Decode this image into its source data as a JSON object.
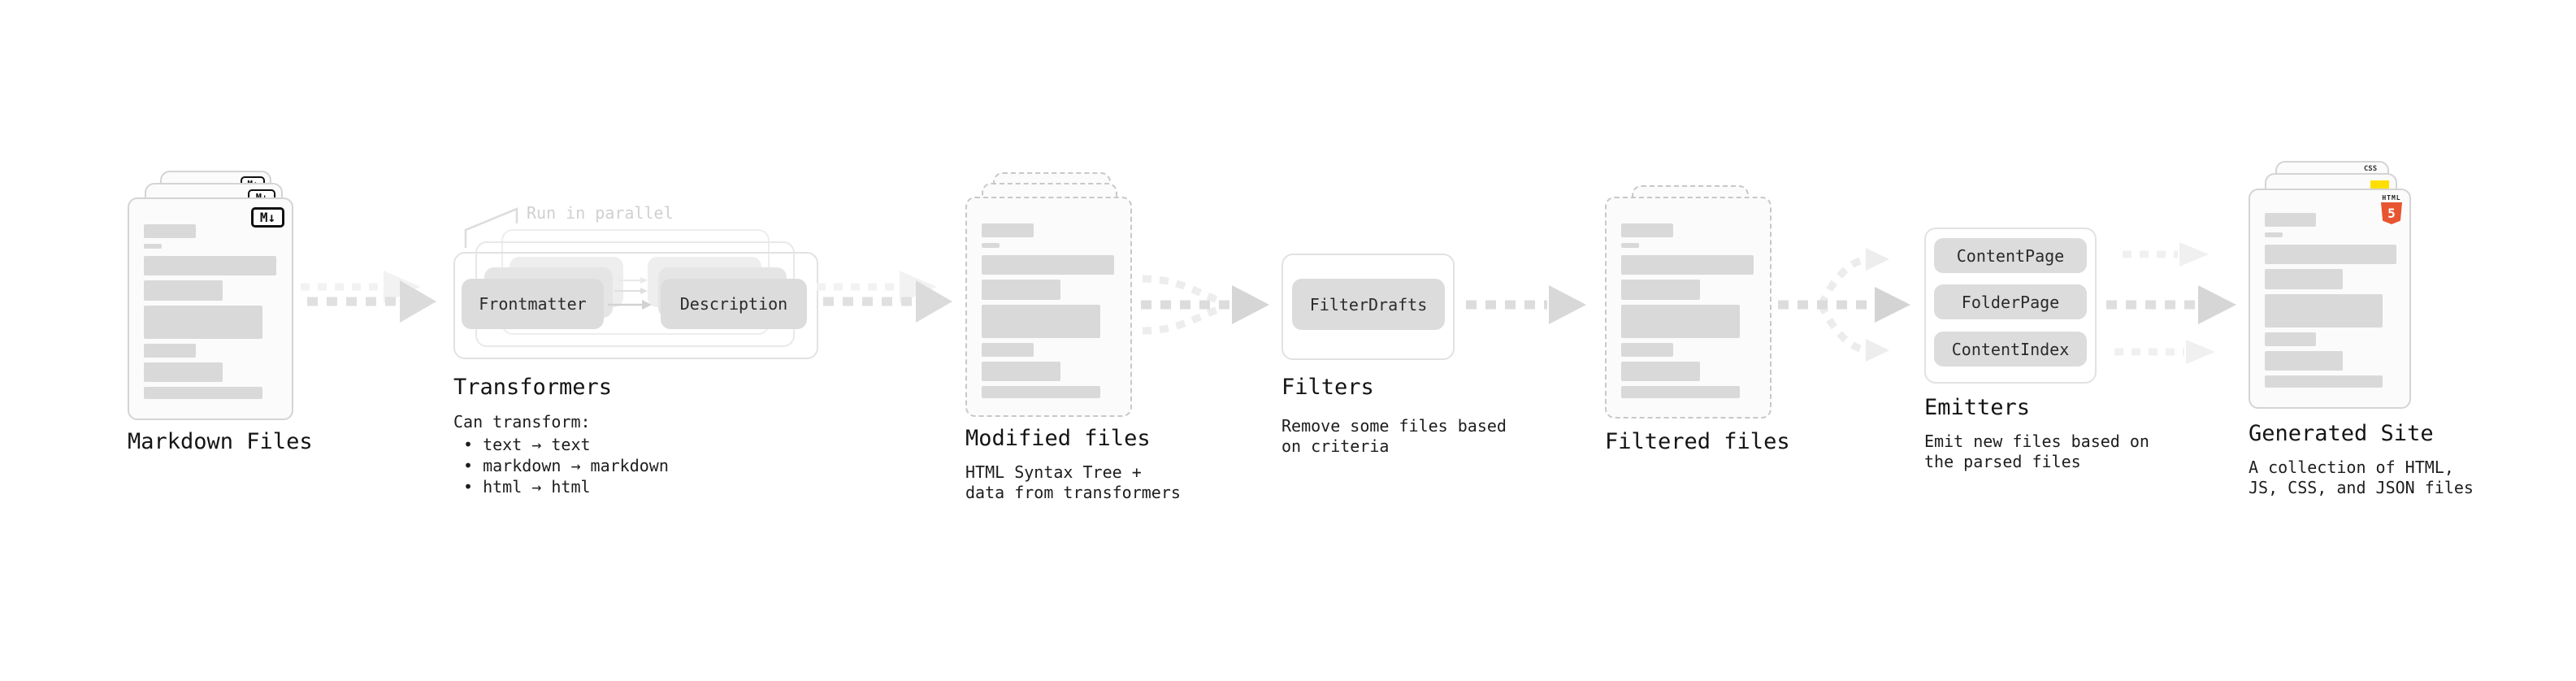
{
  "markdown": {
    "label": "Markdown Files",
    "badge": "M↓"
  },
  "transformers": {
    "note": "Run in parallel",
    "pill_left": "Frontmatter",
    "pill_right": "Description",
    "title": "Transformers",
    "desc_heading": "Can transform:",
    "bullets": [
      "• text → text",
      "• markdown → markdown",
      "• html → html"
    ]
  },
  "modified": {
    "label": "Modified files",
    "desc1": "HTML Syntax Tree +",
    "desc2": "data from transformers"
  },
  "filters": {
    "title": "Filters",
    "pill": "FilterDrafts",
    "desc1": "Remove some files based",
    "desc2": "on criteria"
  },
  "filtered": {
    "label": "Filtered files"
  },
  "emitters": {
    "title": "Emitters",
    "pills": [
      "ContentPage",
      "FolderPage",
      "ContentIndex"
    ],
    "desc1": "Emit new files based on",
    "desc2": "the parsed files"
  },
  "generated": {
    "label": "Generated Site",
    "desc1": "A collection of HTML,",
    "desc2": "JS, CSS, and JSON files",
    "css_badge": "CSS",
    "html_badge_top": "HTML",
    "html_badge_number": "5"
  },
  "colors": {
    "html5_orange": "#e8542f",
    "js_yellow": "#ffdf00",
    "css_blue": "#2f6fe4",
    "bar_gray": "#d9d9d9",
    "arrow_gray": "#dcdcdc",
    "ghost_gray": "#f0f0f0"
  }
}
